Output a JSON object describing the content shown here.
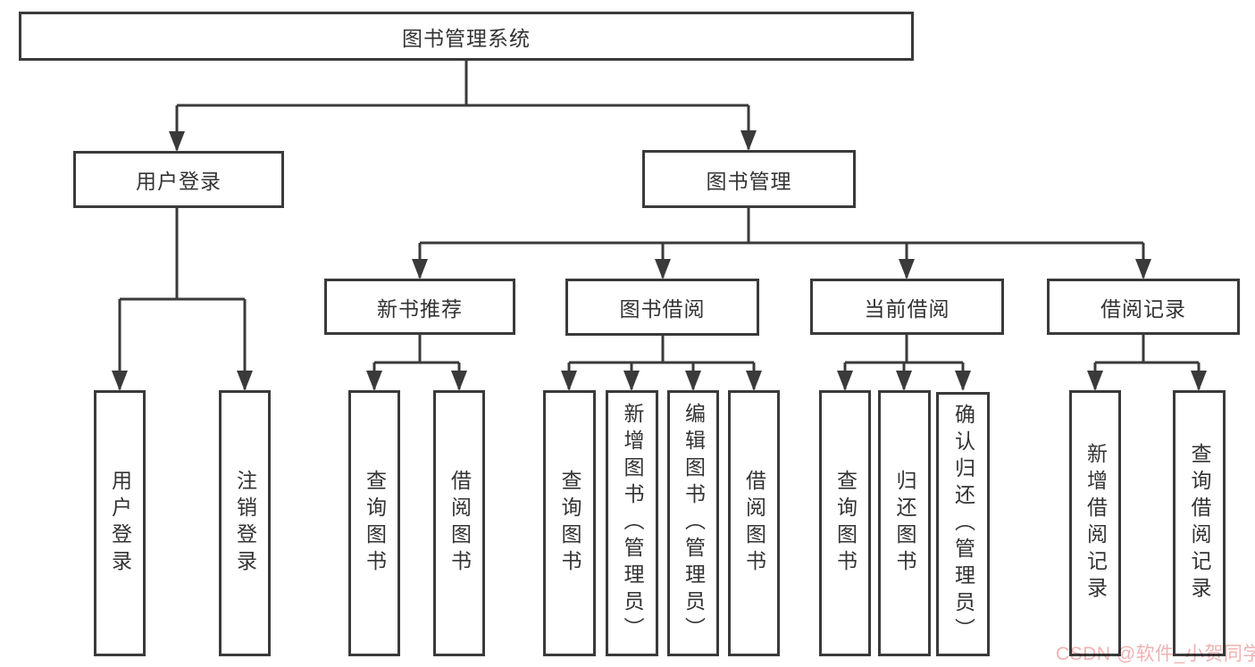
{
  "diagram_title": "图书管理系统",
  "colors": {
    "line": "#3a3a3a",
    "box_border": "#3a3a3a",
    "text": "#333333",
    "background": "#ffffff",
    "watermark": "#f0b1b1"
  },
  "root": {
    "label": "图书管理系统"
  },
  "level2": [
    {
      "label": "用户登录",
      "parent": "图书管理系统"
    },
    {
      "label": "图书管理",
      "parent": "图书管理系统"
    }
  ],
  "level3": [
    {
      "label": "新书推荐",
      "parent": "图书管理"
    },
    {
      "label": "图书借阅",
      "parent": "图书管理"
    },
    {
      "label": "当前借阅",
      "parent": "图书管理"
    },
    {
      "label": "借阅记录",
      "parent": "图书管理"
    }
  ],
  "leaves": [
    {
      "label": "用户登录",
      "parent": "用户登录"
    },
    {
      "label": "注销登录",
      "parent": "用户登录"
    },
    {
      "label": "查询图书",
      "parent": "新书推荐"
    },
    {
      "label": "借阅图书",
      "parent": "新书推荐"
    },
    {
      "label": "查询图书",
      "parent": "图书借阅"
    },
    {
      "label": "新增图书（管理员）",
      "parent": "图书借阅"
    },
    {
      "label": "编辑图书（管理员）",
      "parent": "图书借阅"
    },
    {
      "label": "借阅图书",
      "parent": "图书借阅"
    },
    {
      "label": "查询图书",
      "parent": "当前借阅"
    },
    {
      "label": "归还图书",
      "parent": "当前借阅"
    },
    {
      "label": "确认归还（管理员）",
      "parent": "当前借阅"
    },
    {
      "label": "新增借阅记录",
      "parent": "借阅记录"
    },
    {
      "label": "查询借阅记录",
      "parent": "借阅记录"
    }
  ],
  "watermark": {
    "text": "CSDN @软件_小贺同学"
  }
}
